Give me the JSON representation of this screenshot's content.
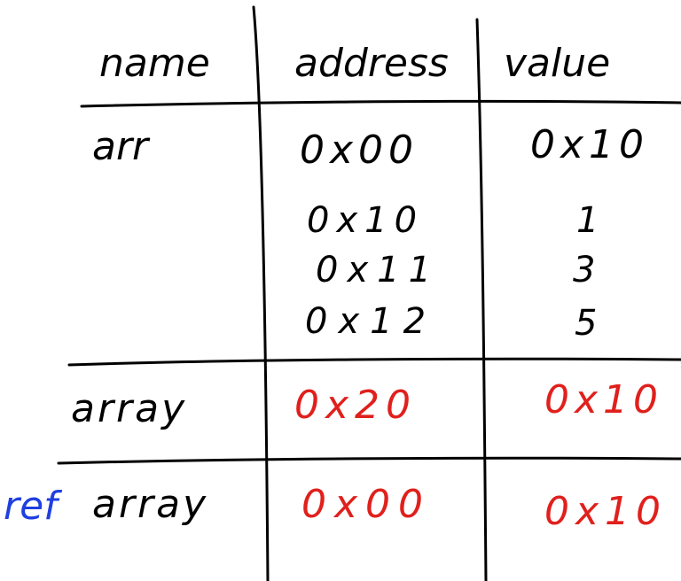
{
  "headers": {
    "name": "name",
    "address": "address",
    "value": "value"
  },
  "rows": [
    {
      "name": "arr",
      "prefix": "",
      "cells": [
        {
          "address": "0x00",
          "value": "0x10",
          "color": "black"
        }
      ]
    },
    {
      "name": "",
      "prefix": "",
      "cells": [
        {
          "address": "0x10",
          "value": "1",
          "color": "black"
        },
        {
          "address": "0x11",
          "value": "3",
          "color": "black"
        },
        {
          "address": "0x12",
          "value": "5",
          "color": "black"
        }
      ]
    },
    {
      "name": "array",
      "prefix": "",
      "cells": [
        {
          "address": "0x20",
          "value": "0x10",
          "color": "red"
        }
      ]
    },
    {
      "name": "array",
      "prefix": "ref",
      "cells": [
        {
          "address": "0x00",
          "value": "0x10",
          "color": "red"
        }
      ]
    }
  ],
  "colors": {
    "ink": "#000000",
    "red": "#e0201c",
    "blue": "#1f3fe0"
  }
}
